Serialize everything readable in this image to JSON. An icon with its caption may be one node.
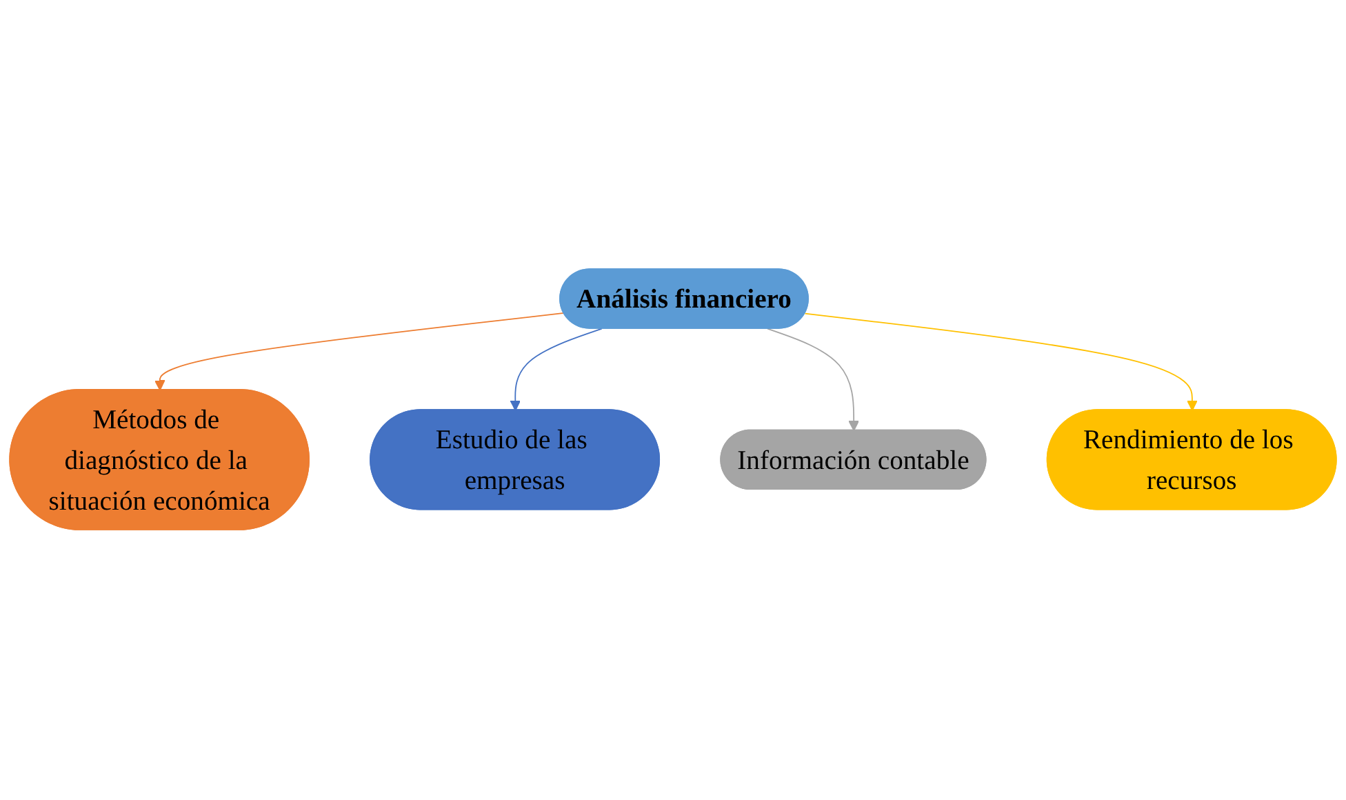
{
  "diagram": {
    "nodes": [
      {
        "text": [
          "Métodos de diagnóstico de la situación económica"
        ]
      },
      {
        "text": [
          "Estudio de las empresas"
        ]
      },
      {
        "text": [
          "Análisis financiero"
        ]
      },
      {
        "text": [
          "Información contable"
        ]
      },
      {
        "text": [
          "Rendimiento de los recursos"
        ]
      }
    ],
    "edges": [
      {
        "from": 2,
        "to": 0,
        "arrow": "to",
        "color": "#ed7d31"
      },
      {
        "from": 2,
        "to": 1,
        "arrow": "to",
        "color": "#4472c4"
      },
      {
        "from": 2,
        "to": 3,
        "arrow": "to",
        "color": "#a5a5a5"
      },
      {
        "from": 2,
        "to": 4,
        "arrow": "to",
        "color": "#ffc000"
      }
    ]
  }
}
